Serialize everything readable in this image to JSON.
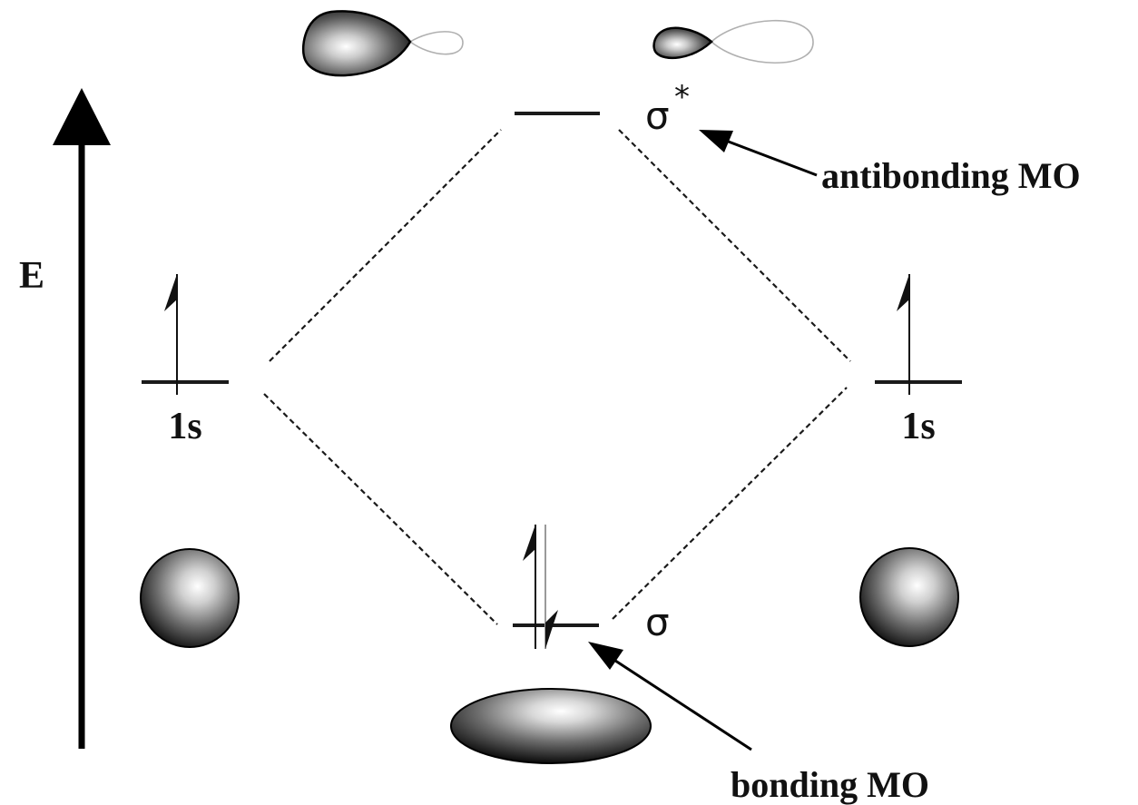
{
  "axis": {
    "label": "E"
  },
  "levels": {
    "atomic_left": "1s",
    "atomic_right": "1s",
    "antibonding_symbol": "σ",
    "antibonding_star": "*",
    "bonding_symbol": "σ"
  },
  "annotations": {
    "antibonding": "antibonding MO",
    "bonding": "bonding MO"
  },
  "electrons": {
    "atomic_left": 1,
    "atomic_right": 1,
    "bonding": 2,
    "antibonding": 0
  }
}
